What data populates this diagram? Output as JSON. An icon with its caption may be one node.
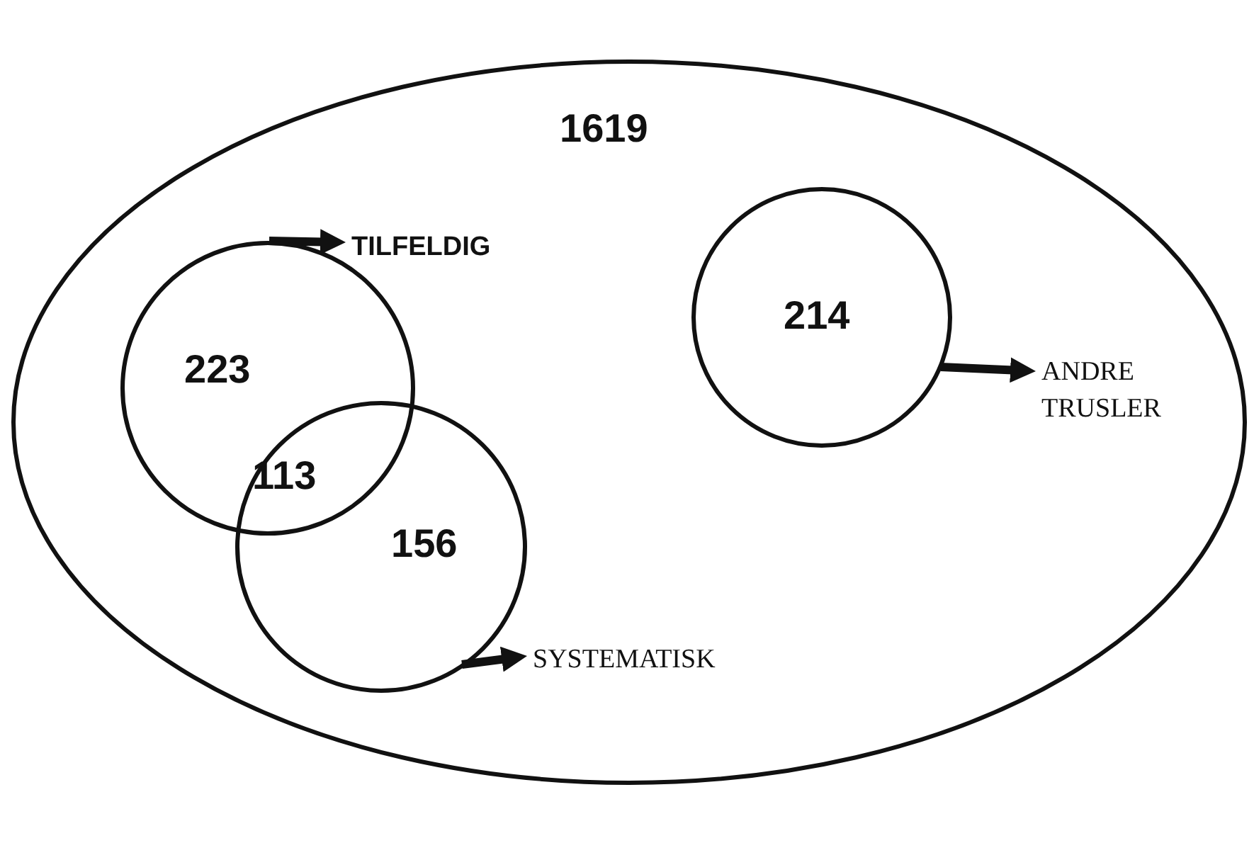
{
  "diagram": {
    "nodes": [
      {
        "text": [
          "1619"
        ]
      },
      {
        "text": [
          "223"
        ],
        "in": 0
      },
      {
        "text": [
          "156"
        ],
        "in": 0
      },
      {
        "text": [
          "214"
        ],
        "in": 0
      },
      {
        "text": [
          "TILFELDIG"
        ],
        "in": 0
      },
      {
        "text": [
          "SYSTEMATISK"
        ],
        "in": 0
      },
      {
        "text": [
          "ANDRE TRUSLER"
        ],
        "in": 0
      }
    ],
    "edges": [
      {
        "from": 1,
        "to": 4,
        "arrow": "to"
      },
      {
        "from": 2,
        "to": 5,
        "arrow": "to"
      },
      {
        "from": 3,
        "to": 6,
        "arrow": "to"
      }
    ],
    "labels": [
      "113"
    ]
  }
}
